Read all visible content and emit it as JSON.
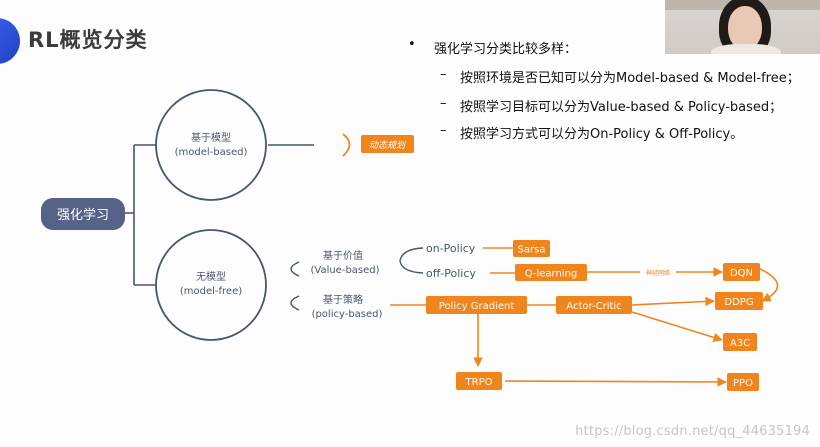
{
  "header": {
    "title": "RL概览分类"
  },
  "bullets": {
    "main": "强化学习分类比较多样：",
    "subs": [
      "按照环境是否已知可以分为Model-based & Model-free；",
      "按照学习目标可以分为Value-based & Policy-based；",
      "按照学习方式可以分为On-Policy & Off-Policy。"
    ]
  },
  "diagram": {
    "root": "强化学习",
    "model_based": {
      "line1": "基于模型",
      "line2": "(model-based)"
    },
    "model_free": {
      "line1": "无模型",
      "line2": "(model-free)"
    },
    "dynamic_programming": "动态规划",
    "value_based": {
      "line1": "基于价值",
      "line2": "(Value-based)"
    },
    "policy_based": {
      "line1": "基于策略",
      "line2": "(policy-based)"
    },
    "on_policy": "on-Policy",
    "off_policy": "off-Policy",
    "sarsa": "Sarsa",
    "q_learning": "Q-learning",
    "dqn": "DQN",
    "neural_net_note": "神经网络",
    "policy_gradient": "Policy Gradient",
    "actor_critic": "Actor-Critic",
    "ddpg": "DDPG",
    "a3c": "A3C",
    "trpo": "TRPO",
    "ppo": "PPO"
  },
  "colors": {
    "accent": "#f0851e",
    "circle_stroke": "#4a5573",
    "root_fill": "#566287",
    "title_badge": "#2a4fd8"
  },
  "watermark": "https://blog.csdn.net/qq_44635194"
}
